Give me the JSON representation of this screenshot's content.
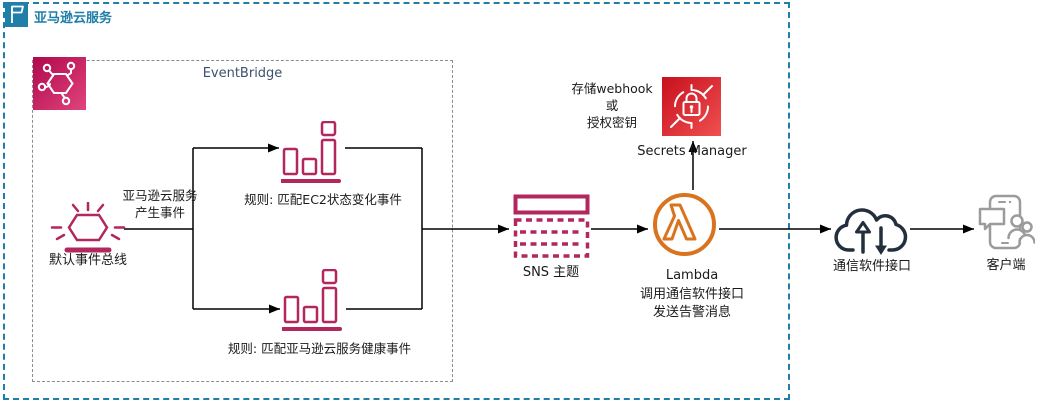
{
  "aws_group": {
    "label": "亚马逊云服务"
  },
  "eventbridge": {
    "title": "EventBridge"
  },
  "event_bus": {
    "label": "默认事件总线"
  },
  "bus_edge": {
    "line1": "亚马逊云服务",
    "line2": "产生事件"
  },
  "rule_ec2": {
    "label": "规则: 匹配EC2状态变化事件"
  },
  "rule_health": {
    "label": "规则: 匹配亚马逊云服务健康事件"
  },
  "sns": {
    "label": "SNS 主题"
  },
  "lambda": {
    "label": "Lambda",
    "desc1": "调用通信软件接口",
    "desc2": "发送告警消息"
  },
  "secrets_manager": {
    "label": "Secrets Manager",
    "note1": "存储webhook",
    "note2": "或",
    "note3": "授权密钥"
  },
  "messaging_api": {
    "label": "通信软件接口"
  },
  "client": {
    "label": "客户端"
  },
  "icons": {
    "aws_cloud": "flag-icon",
    "eventbridge": "hexagon-network-icon",
    "event_bus": "radiating-hexagon-bus-icon",
    "rule": "bar-chart-rule-icon",
    "sns_topic": "topic-rows-icon",
    "lambda": "lambda-circle-icon",
    "secrets_manager": "lock-target-icon",
    "messaging_api": "cloud-upload-download-icon",
    "client": "phone-chat-users-icon"
  },
  "colors": {
    "aws_border_blue": "#1f7fa8",
    "group_border_gray": "#8c8c8c",
    "resource_magenta": "#b2275d",
    "eventbridge_pink_start": "#b0084d",
    "eventbridge_pink_end": "#e0447c",
    "secrets_red_start": "#c8101e",
    "secrets_red_end": "#ef5050",
    "lambda_orange": "#d9731e",
    "cloud_navy": "#232f3d",
    "client_gray": "#9b9b9b",
    "connector_black": "#000000",
    "title_slate": "#3a526b",
    "label_black": "#1a1a1a"
  }
}
